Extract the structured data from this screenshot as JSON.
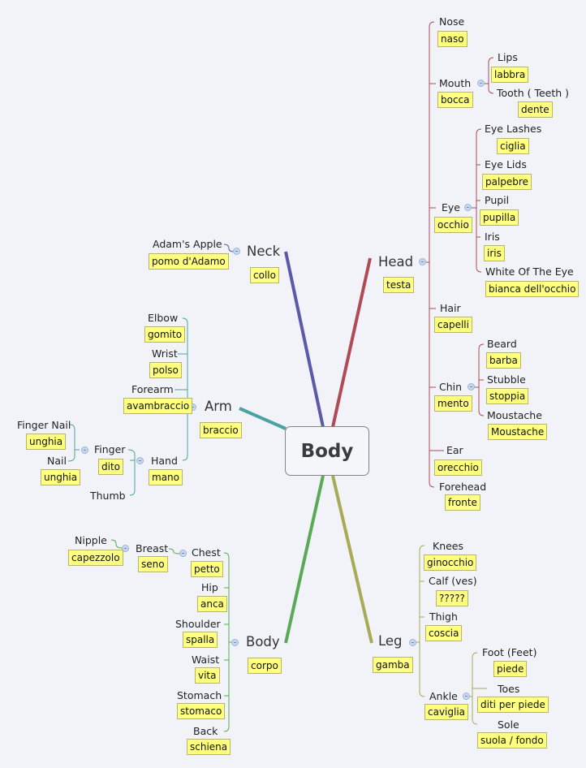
{
  "root": {
    "label": "Body"
  },
  "colors": {
    "head": "#b04a55",
    "neck": "#5a5aa8",
    "arm": "#4aa3a0",
    "body": "#5aaa55",
    "leg": "#a8aa55",
    "note_bg": "#ffff80"
  },
  "head": {
    "label": "Head",
    "note": "testa",
    "children": [
      {
        "label": "Nose",
        "note": "naso"
      },
      {
        "label": "Mouth",
        "note": "bocca",
        "children": [
          {
            "label": "Lips",
            "note": "labbra"
          },
          {
            "label": "Tooth ( Teeth )",
            "note": "dente"
          }
        ]
      },
      {
        "label": "Eye",
        "note": "occhio",
        "children": [
          {
            "label": "Eye Lashes",
            "note": "ciglia"
          },
          {
            "label": "Eye Lids",
            "note": "palpebre"
          },
          {
            "label": "Pupil",
            "note": "pupilla"
          },
          {
            "label": "Iris",
            "note": "iris"
          },
          {
            "label": "White Of The Eye",
            "note": "bianca dell'occhio"
          }
        ]
      },
      {
        "label": "Hair",
        "note": "capelli"
      },
      {
        "label": "Chin",
        "note": "mento",
        "children": [
          {
            "label": "Beard",
            "note": "barba"
          },
          {
            "label": "Stubble",
            "note": "stoppia"
          },
          {
            "label": "Moustache",
            "note": "Moustache"
          }
        ]
      },
      {
        "label": "Ear",
        "note": "orecchio"
      },
      {
        "label": "Forehead",
        "note": "fronte"
      }
    ]
  },
  "neck": {
    "label": "Neck",
    "note": "collo",
    "children": [
      {
        "label": "Adam's Apple",
        "note": "pomo d'Adamo"
      }
    ]
  },
  "arm": {
    "label": "Arm",
    "note": "braccio",
    "children": [
      {
        "label": "Elbow",
        "note": "gomito"
      },
      {
        "label": "Wrist",
        "note": "polso"
      },
      {
        "label": "Forearm",
        "note": "avambraccio"
      },
      {
        "label": "Hand",
        "note": "mano",
        "children": [
          {
            "label": "Finger",
            "note": "dito",
            "children": [
              {
                "label": "Finger Nail",
                "note": "unghia"
              },
              {
                "label": "Nail",
                "note": "unghia"
              }
            ]
          },
          {
            "label": "Thumb"
          }
        ]
      }
    ]
  },
  "body": {
    "label": "Body",
    "note": "corpo",
    "children": [
      {
        "label": "Chest",
        "note": "petto",
        "children": [
          {
            "label": "Breast",
            "note": "seno",
            "children": [
              {
                "label": "Nipple",
                "note": "capezzolo"
              }
            ]
          }
        ]
      },
      {
        "label": "Hip",
        "note": "anca"
      },
      {
        "label": "Shoulder",
        "note": "spalla"
      },
      {
        "label": "Waist",
        "note": "vita"
      },
      {
        "label": "Stomach",
        "note": "stomaco"
      },
      {
        "label": "Back",
        "note": "schiena"
      }
    ]
  },
  "leg": {
    "label": "Leg",
    "note": "gamba",
    "children": [
      {
        "label": "Knees",
        "note": "ginocchio"
      },
      {
        "label": "Calf (ves)",
        "note": "?????"
      },
      {
        "label": "Thigh",
        "note": "coscia"
      },
      {
        "label": "Ankle",
        "note": "caviglia",
        "children": [
          {
            "label": "Foot (Feet)",
            "note": "piede"
          },
          {
            "label": "Toes",
            "note": "diti per piede"
          },
          {
            "label": "Sole",
            "note": "suola / fondo"
          }
        ]
      }
    ]
  }
}
